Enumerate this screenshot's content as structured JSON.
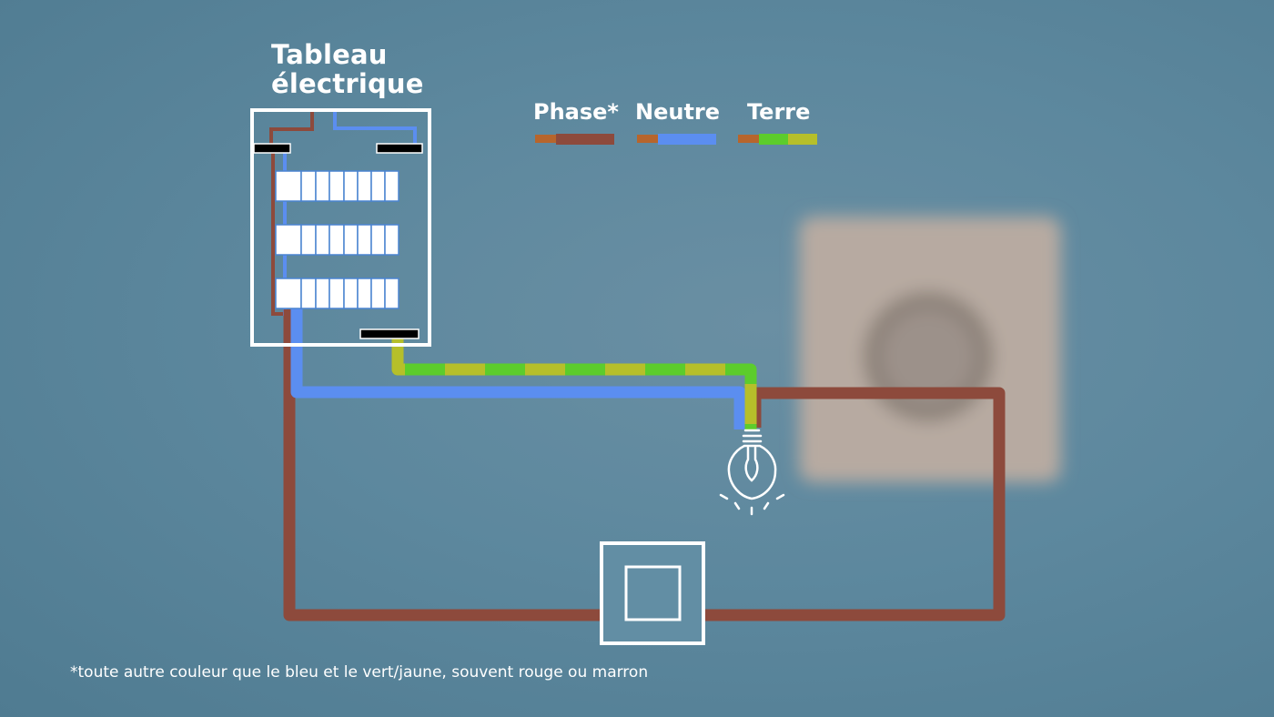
{
  "title_line1": "Tableau",
  "title_line2": "électrique",
  "legend": {
    "phase": "Phase*",
    "neutre": "Neutre",
    "terre": "Terre"
  },
  "footnote": "*toute autre couleur que le bleu et le vert/jaune, souvent rouge ou marron",
  "colors": {
    "phase": "#8d4a3c",
    "phase_tip": "#b7652c",
    "neutre": "#5b8ef0",
    "terre_green": "#5ccc2c",
    "terre_yellow": "#b6bf2a",
    "background": "#5d889e"
  },
  "icons": {
    "bulb": "light-bulb-icon",
    "switch": "light-switch-icon"
  }
}
